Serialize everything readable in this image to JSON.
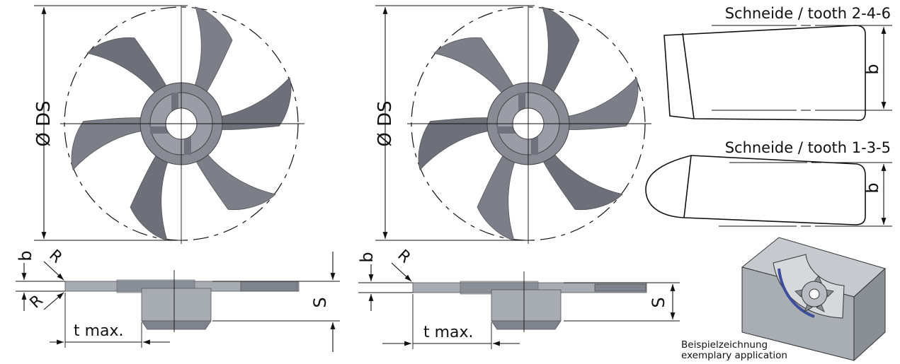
{
  "diagram": {
    "diameter_label": "Ø DS",
    "b_label": "b",
    "r_label": "R",
    "s_label": "S",
    "tmax_label": "t max.",
    "tooth_246_label": "Schneide / tooth 2-4-6",
    "tooth_135_label": "Schneide / tooth 1-3-5",
    "example_label_de": "Beispielzeichnung",
    "example_label_en": "exemplary application"
  },
  "colors": {
    "blade": "#7c7f88",
    "hub": "#888b93",
    "body": "#a7abb2",
    "line": "#111111"
  },
  "icons": {
    "cutter_front_left": "six-tooth-disc-cutter-icon",
    "cutter_front_middle": "six-tooth-disc-cutter-icon",
    "example_part": "workpiece-block-icon"
  }
}
